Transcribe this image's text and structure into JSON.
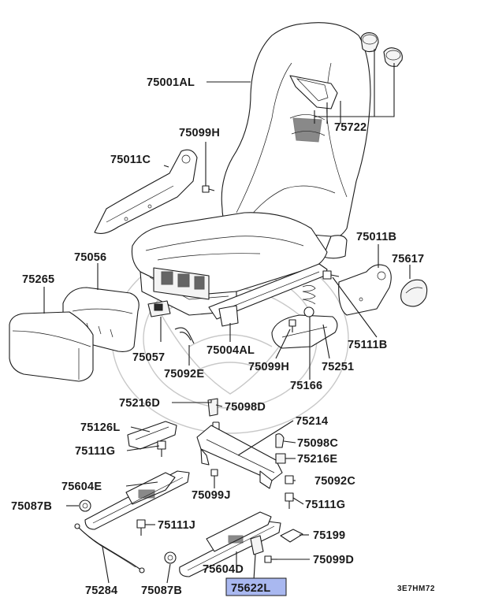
{
  "diagram": {
    "code": "3E7HM72",
    "highlight_color": "#a9b8f0",
    "labels": {
      "p75001AL": "75001AL",
      "p75722": "75722",
      "p75099H_top": "75099H",
      "p75011C": "75011C",
      "p75056": "75056",
      "p75265": "75265",
      "p75011B": "75011B",
      "p75617": "75617",
      "p75111B": "75111B",
      "p75057": "75057",
      "p75004AL": "75004AL",
      "p75092E": "75092E",
      "p75099H_bot": "75099H",
      "p75251": "75251",
      "p75166": "75166",
      "p75216D": "75216D",
      "p75098D": "75098D",
      "p75126L": "75126L",
      "p75214": "75214",
      "p75111G_left": "75111G",
      "p75098C": "75098C",
      "p75216E": "75216E",
      "p75604E": "75604E",
      "p75092C": "75092C",
      "p75099J": "75099J",
      "p75087B_left": "75087B",
      "p75111G_right": "75111G",
      "p75111J": "75111J",
      "p75199": "75199",
      "p75099D": "75099D",
      "p75604D": "75604D",
      "p75284": "75284",
      "p75087B_bot": "75087B",
      "p75622L": "75622L"
    }
  }
}
